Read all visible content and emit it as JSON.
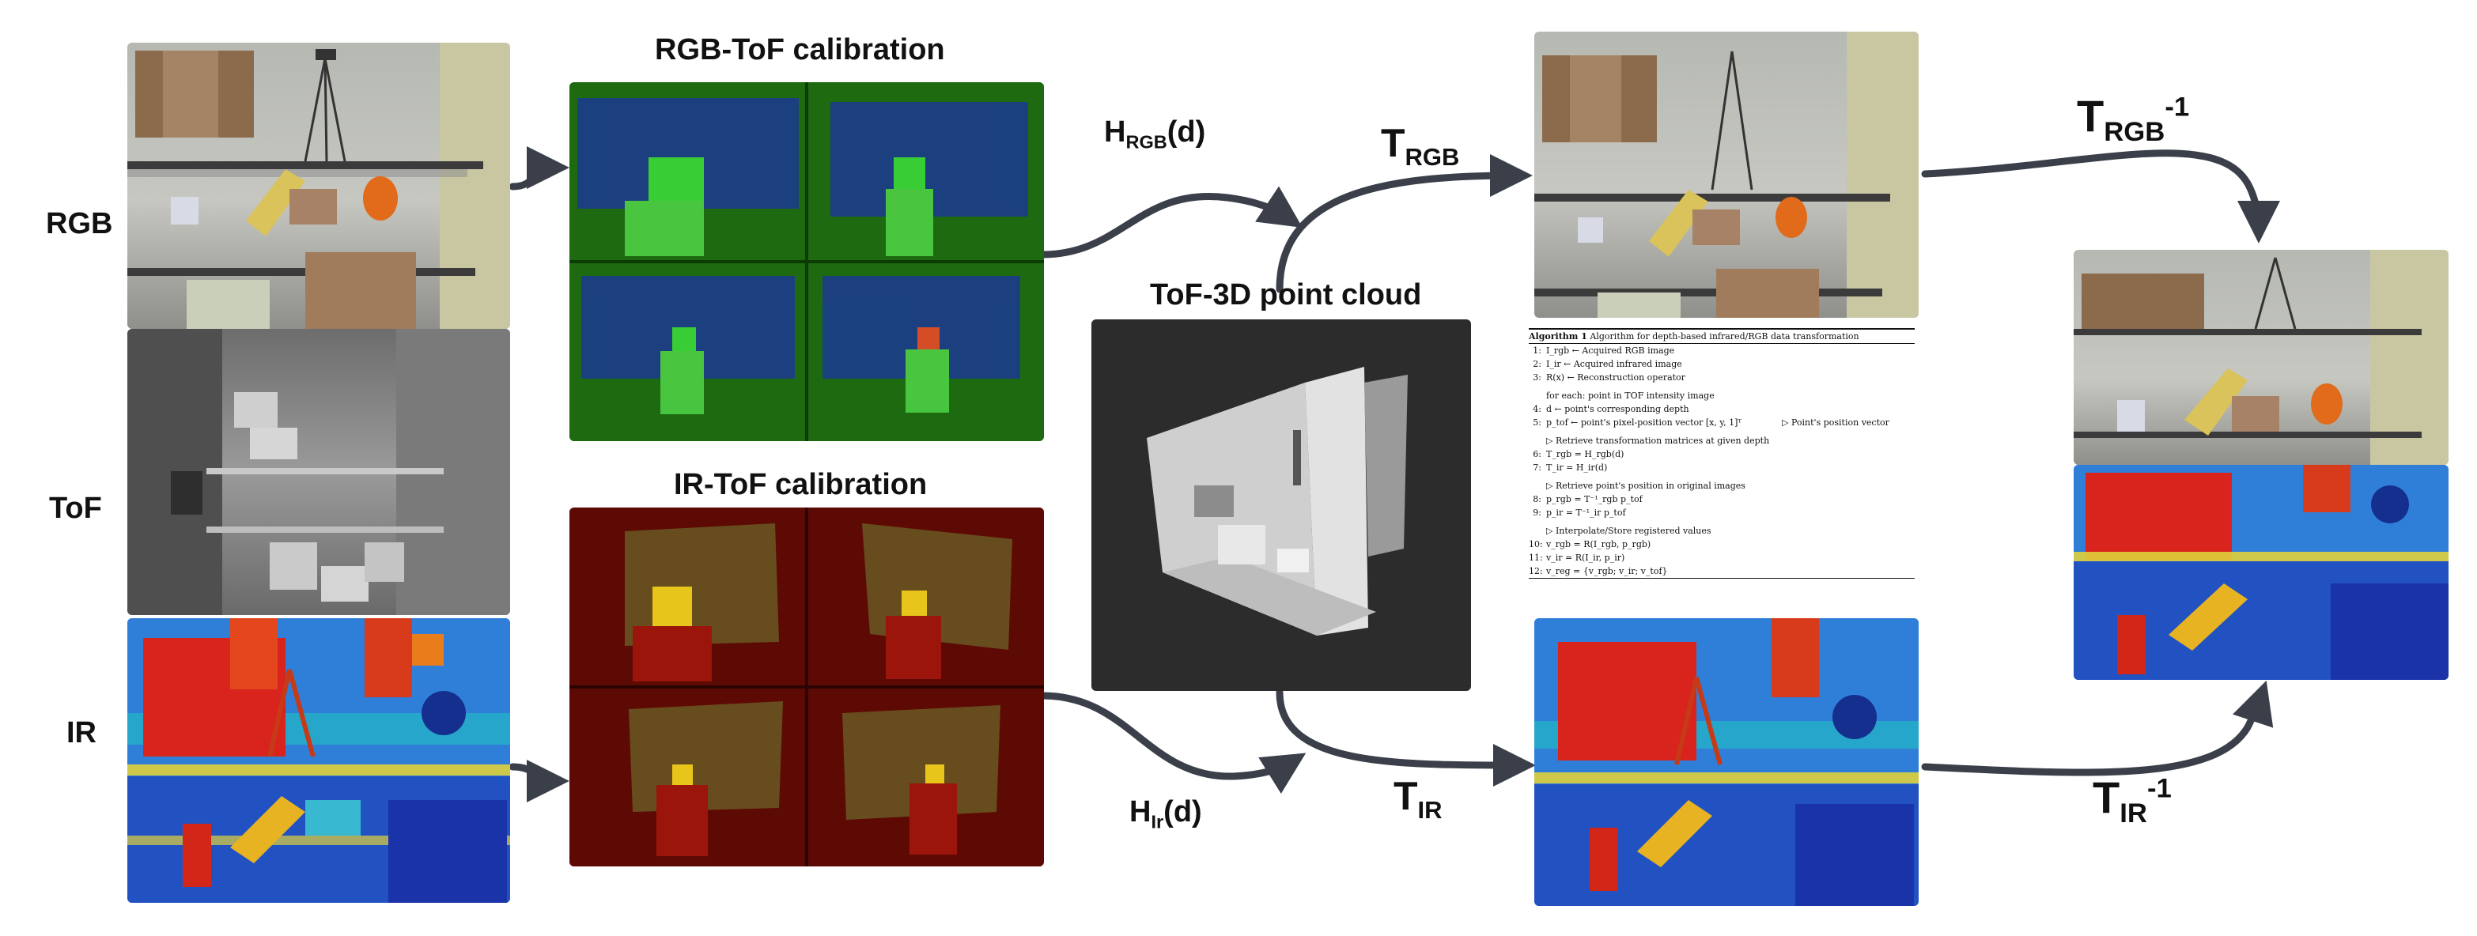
{
  "labels": {
    "rgb": "RGB",
    "tof": "ToF",
    "ir": "IR",
    "rgb_tof_calibration": "RGB-ToF calibration",
    "ir_tof_calibration": "IR-ToF calibration",
    "tof_3d_point_cloud": "ToF-3D point cloud"
  },
  "math": {
    "h_rgb": {
      "main": "H",
      "sub": "RGB",
      "tail": "(d)"
    },
    "h_ir": {
      "main": "H",
      "sub": "Ir",
      "tail": "(d)"
    },
    "t_rgb": {
      "main": "T",
      "sub": "RGB"
    },
    "t_ir": {
      "main": "T",
      "sub": "IR"
    },
    "t_rgb_inv": {
      "main": "T",
      "sub": "RGB",
      "sup": "-1"
    },
    "t_ir_inv": {
      "main": "T",
      "sub": "IR",
      "sup": "-1"
    }
  },
  "algorithm": {
    "title_bold": "Algorithm 1",
    "title": " Algorithm for depth-based infrared/RGB data transformation",
    "lines": [
      {
        "n": "1:",
        "t": "I_rgb ← Acquired RGB image"
      },
      {
        "n": "2:",
        "t": "I_ir ← Acquired infrared image"
      },
      {
        "n": "3:",
        "t": "R(x) ← Reconstruction operator"
      },
      {
        "n": "",
        "t": ""
      },
      {
        "n": "",
        "t": "for each: point in TOF intensity image"
      },
      {
        "n": "4:",
        "t": "d ← point's corresponding depth"
      },
      {
        "n": "5:",
        "t": "p_tof ← point's pixel-position vector [x, y, 1]ᵀ",
        "c": "▷ Point's position vector"
      },
      {
        "n": "",
        "t": ""
      },
      {
        "n": "",
        "t": "▷ Retrieve transformation matrices at given depth"
      },
      {
        "n": "6:",
        "t": "T_rgb = H_rgb(d)"
      },
      {
        "n": "7:",
        "t": "T_ir = H_ir(d)"
      },
      {
        "n": "",
        "t": ""
      },
      {
        "n": "",
        "t": "▷ Retrieve point's position in original images"
      },
      {
        "n": "8:",
        "t": "p_rgb = T⁻¹_rgb p_tof"
      },
      {
        "n": "9:",
        "t": "p_ir = T⁻¹_ir p_tof"
      },
      {
        "n": "",
        "t": ""
      },
      {
        "n": "",
        "t": "▷ Interpolate/Store registered values"
      },
      {
        "n": "10:",
        "t": "v_rgb = R(I_rgb, p_rgb)"
      },
      {
        "n": "11:",
        "t": "v_ir = R(I_ir, p_ir)"
      },
      {
        "n": "12:",
        "t": "v_reg = {v_rgb; v_ir; v_tof}"
      }
    ]
  },
  "colors": {
    "arrow": "#3a3f4a",
    "rgb_calib_bg": "#1e7a12",
    "ir_calib_bg": "#6e0b05",
    "point_cloud_bg": "#2c2c2c",
    "ir_hot": "#d8241c",
    "ir_cold": "#1d3fb8"
  }
}
